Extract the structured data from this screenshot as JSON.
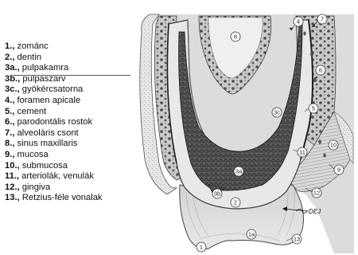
{
  "legend": [
    {
      "num": "1.,",
      "text": " zománc"
    },
    {
      "num": "2.,",
      "text": " dentin"
    },
    {
      "num": "3a.,",
      "text": " pulpakamra"
    },
    {
      "num": "3b.,",
      "text": " pulpaszarv"
    },
    {
      "num": "3c.,",
      "text": " gyökércsatorna"
    },
    {
      "num": "4.,",
      "text": " foramen apicale"
    },
    {
      "num": "5.,",
      "text": " cement"
    },
    {
      "num": "6.,",
      "text": " parodontális rostok"
    },
    {
      "num": "7.,",
      "text": " alveoláris csont"
    },
    {
      "num": "8.,",
      "text": " sinus maxillaris"
    },
    {
      "num": "9.,",
      "text": " mucosa"
    },
    {
      "num": "10.,",
      "text": " submucosa"
    },
    {
      "num": "11.,",
      "text": " arteriolák, venulák"
    },
    {
      "num": "12.,",
      "text": " gingiva"
    },
    {
      "num": "13.,",
      "text": " Retzius-féle vonalak"
    }
  ],
  "callouts": {
    "c1": "1",
    "c1a": "1a",
    "c2": "2",
    "c3a": "3a",
    "c3b": "3b",
    "c3c": "3c",
    "c4": "4",
    "c5": "5",
    "c6": "6",
    "c7": "7",
    "c8": "8",
    "c9": "9",
    "c10": "10",
    "c11": "11",
    "c12": "12",
    "c13": "13"
  },
  "dej_label": "DEJ"
}
